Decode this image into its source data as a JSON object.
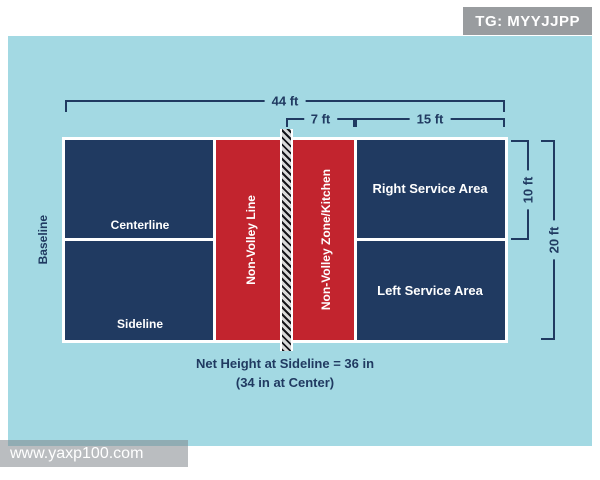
{
  "overlay": {
    "tg_badge": "TG: MYYJJPP",
    "watermark": "www.yaxp100.com"
  },
  "diagram": {
    "dims": {
      "width_total": "44 ft",
      "kitchen": "7 ft",
      "service": "15 ft",
      "half_court": "10 ft",
      "height_total": "20 ft"
    },
    "labels": {
      "baseline": "Baseline",
      "centerline": "Centerline",
      "sideline": "Sideline",
      "nv_line": "Non-Volley Line",
      "nv_zone": "Non-Volley Zone/Kitchen",
      "right_service": "Right Service Area",
      "left_service": "Left Service Area"
    },
    "note": {
      "line1": "Net Height at Sideline = 36 in",
      "line2": "(34 in at Center)"
    },
    "colors": {
      "background": "#a3d9e3",
      "court_navy": "#203a61",
      "kitchen_red": "#c2242e",
      "line_white": "#ffffff",
      "net_dark": "#15151a"
    }
  }
}
